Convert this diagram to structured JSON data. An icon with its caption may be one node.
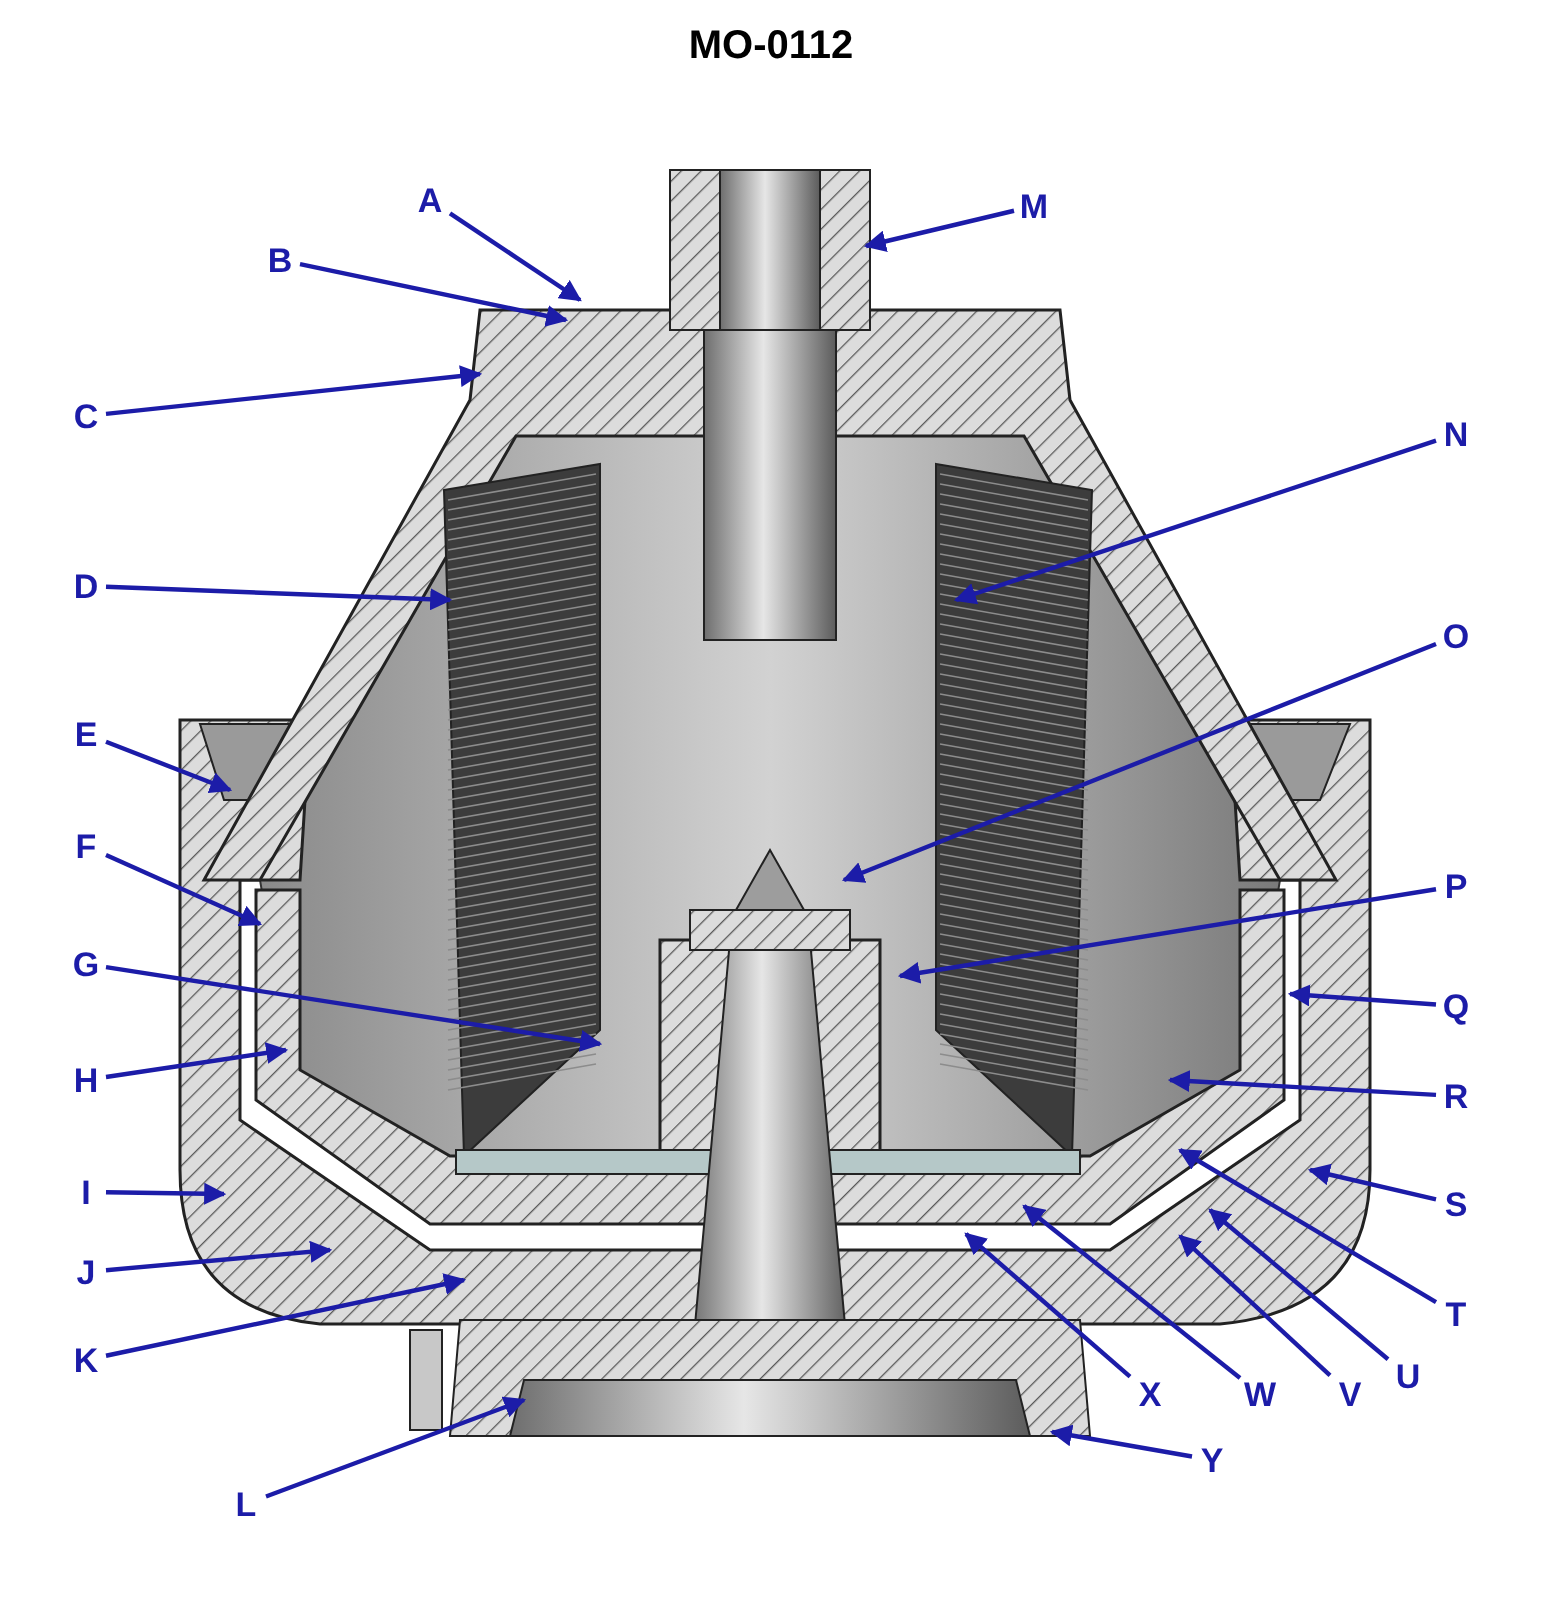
{
  "diagram": {
    "title": "MO-0112",
    "nodes": [
      {
        "text": [
          "A"
        ]
      },
      {
        "text": [
          "B"
        ]
      },
      {
        "text": [
          "C"
        ]
      },
      {
        "text": [
          "D"
        ]
      },
      {
        "text": [
          "E"
        ]
      },
      {
        "text": [
          "F"
        ]
      },
      {
        "text": [
          "G"
        ]
      },
      {
        "text": [
          "H"
        ]
      },
      {
        "text": [
          "I"
        ]
      },
      {
        "text": [
          "J"
        ]
      },
      {
        "text": [
          "K"
        ]
      },
      {
        "text": [
          "L"
        ]
      },
      {
        "text": [
          "M"
        ]
      },
      {
        "text": [
          "N"
        ]
      },
      {
        "text": [
          "O"
        ]
      },
      {
        "text": [
          "P"
        ]
      },
      {
        "text": [
          "Q"
        ]
      },
      {
        "text": [
          "R"
        ]
      },
      {
        "text": [
          "S"
        ]
      },
      {
        "text": [
          "T"
        ]
      },
      {
        "text": [
          "U"
        ]
      },
      {
        "text": [
          "V"
        ]
      },
      {
        "text": [
          "W"
        ]
      },
      {
        "text": [
          "X"
        ]
      },
      {
        "text": [
          "Y"
        ]
      }
    ],
    "edges": [
      {
        "from": 0,
        "to": null,
        "arrow": "to"
      },
      {
        "from": 1,
        "to": null,
        "arrow": "to"
      },
      {
        "from": 2,
        "to": null,
        "arrow": "to"
      },
      {
        "from": 3,
        "to": null,
        "arrow": "to"
      },
      {
        "from": 4,
        "to": null,
        "arrow": "to"
      },
      {
        "from": 5,
        "to": null,
        "arrow": "to"
      },
      {
        "from": 6,
        "to": null,
        "arrow": "to"
      },
      {
        "from": 7,
        "to": null,
        "arrow": "to"
      },
      {
        "from": 8,
        "to": null,
        "arrow": "to"
      },
      {
        "from": 9,
        "to": null,
        "arrow": "to"
      },
      {
        "from": 10,
        "to": null,
        "arrow": "to"
      },
      {
        "from": 11,
        "to": null,
        "arrow": "to"
      },
      {
        "from": 12,
        "to": null,
        "arrow": "to"
      },
      {
        "from": 13,
        "to": null,
        "arrow": "to"
      },
      {
        "from": 14,
        "to": null,
        "arrow": "to"
      },
      {
        "from": 15,
        "to": null,
        "arrow": "to"
      },
      {
        "from": 16,
        "to": null,
        "arrow": "to"
      },
      {
        "from": 17,
        "to": null,
        "arrow": "to"
      },
      {
        "from": 18,
        "to": null,
        "arrow": "to"
      },
      {
        "from": 19,
        "to": null,
        "arrow": "to"
      },
      {
        "from": 20,
        "to": null,
        "arrow": "to"
      },
      {
        "from": 21,
        "to": null,
        "arrow": "to"
      },
      {
        "from": 22,
        "to": null,
        "arrow": "to"
      },
      {
        "from": 23,
        "to": null,
        "arrow": "to"
      },
      {
        "from": 24,
        "to": null,
        "arrow": "to"
      }
    ]
  }
}
